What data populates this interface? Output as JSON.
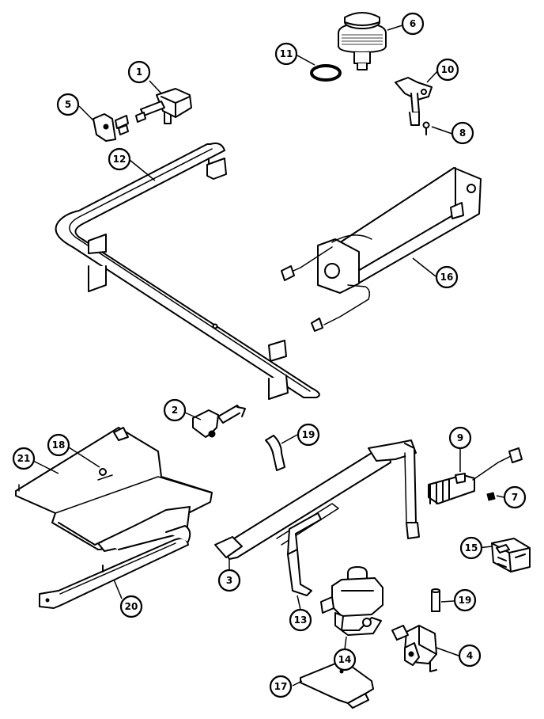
{
  "callouts": {
    "c1": "1",
    "c2": "2",
    "c3": "3",
    "c4": "4",
    "c5": "5",
    "c6": "6",
    "c7": "7",
    "c8": "8",
    "c9": "9",
    "c10": "10",
    "c11": "11",
    "c12": "12",
    "c13": "13",
    "c14": "14",
    "c15": "15",
    "c16": "16",
    "c17": "17",
    "c18": "18",
    "c19a": "19",
    "c19b": "19",
    "c20": "20",
    "c21": "21"
  }
}
